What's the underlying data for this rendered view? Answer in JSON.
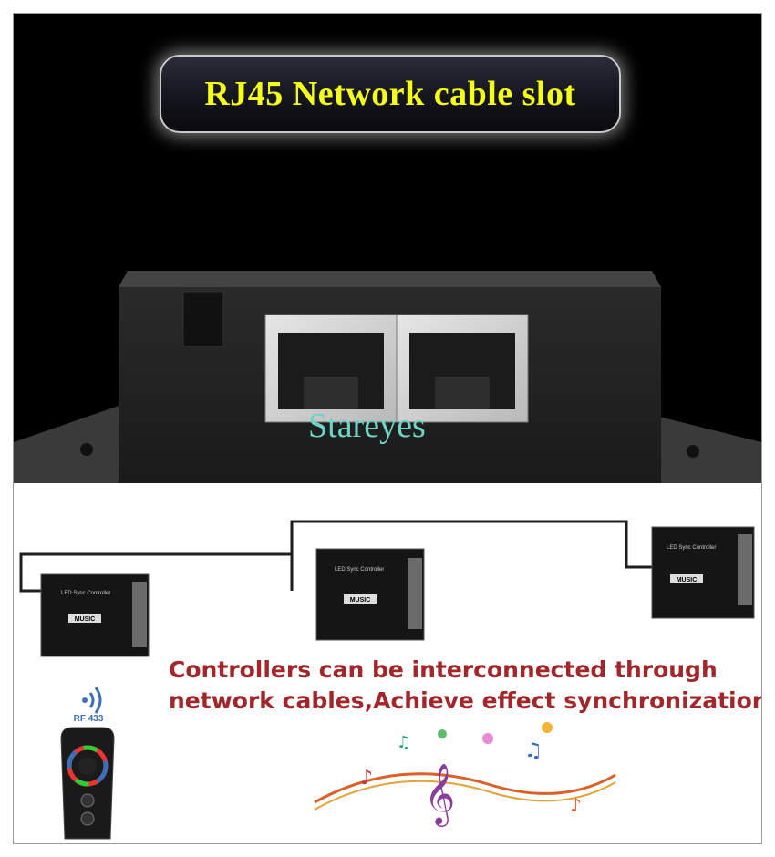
{
  "banner": {
    "title": "RJ45 Network cable slot"
  },
  "watermark": "Stareyes",
  "controllers": [
    {
      "label": "LED Sync Controller",
      "mode": "MUSIC"
    },
    {
      "label": "LED Sync Controller",
      "mode": "MUSIC"
    },
    {
      "label": "LED Sync Controller",
      "mode": "MUSIC"
    }
  ],
  "caption": {
    "line1": "Controllers can be interconnected through",
    "line2": "network cables,Achieve effect synchronization."
  },
  "remote": {
    "label": "RF 433"
  },
  "colors": {
    "title_yellow": "#f5ff1a",
    "caption_red": "#a2262a",
    "watermark_teal": "#6fd3c8"
  }
}
